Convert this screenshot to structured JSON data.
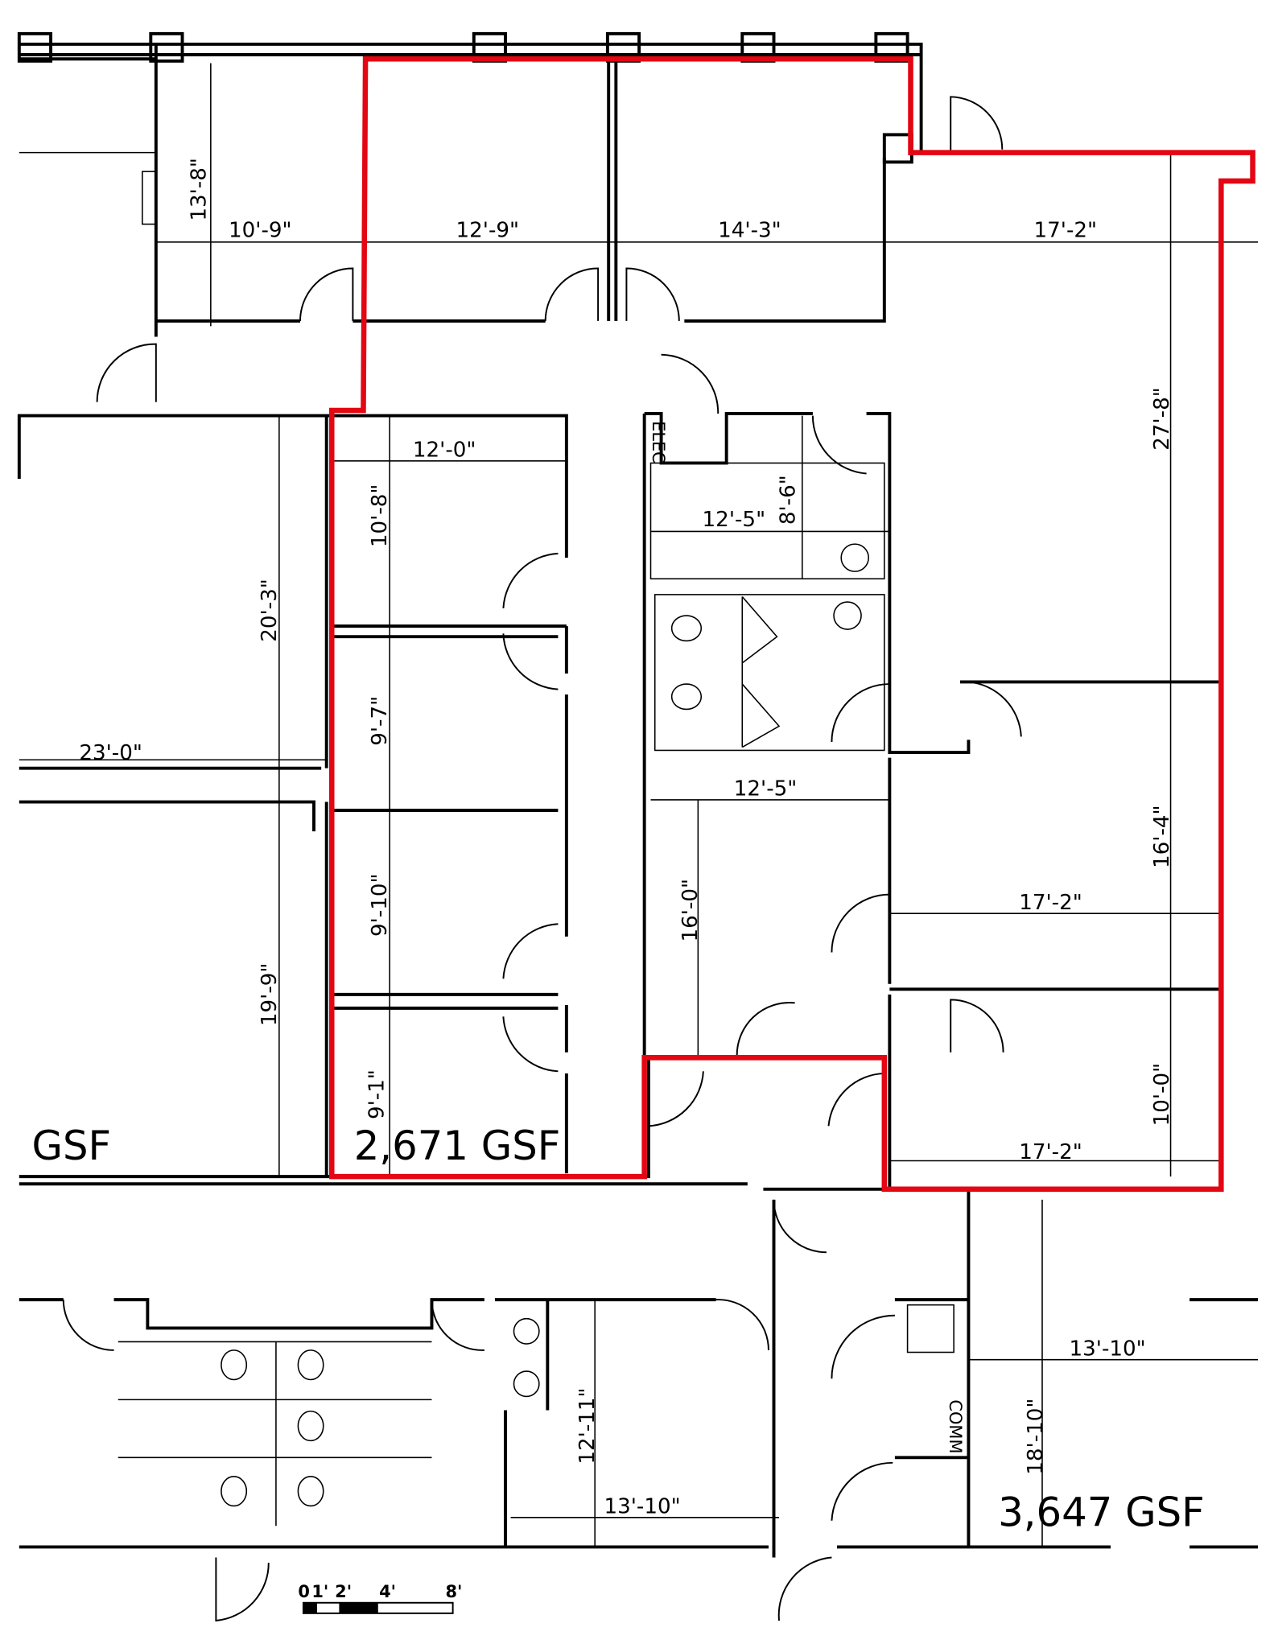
{
  "dimensions": [
    "10'-9\"",
    "12'-9\"",
    "14'-3\"",
    "17'-2\"",
    "13'-8\"",
    "12'-0\"",
    "10'-8\"",
    "12'-5\"",
    "8'-6\"",
    "27'-8\"",
    "20'-3\"",
    "9'-7\"",
    "23'-0\"",
    "12'-5\"",
    "9'-10\"",
    "16'-0\"",
    "16'-4\"",
    "17'-2\"",
    "19'-9\"",
    "9'-1\"",
    "10'-0\"",
    "17'-2\"",
    "13'-10\"",
    "12'-11\"",
    "18'-10\"",
    "13'-10\""
  ],
  "areas": [
    "GSF",
    "2,671 GSF",
    "3,647 GSF"
  ],
  "rooms": {
    "elec": "ELEC",
    "comm": "COMM"
  },
  "scale_bar": {
    "labels": [
      "0",
      "1'",
      "2'",
      "4'",
      "8'"
    ]
  },
  "colors": {
    "highlight_outline": "#e30613",
    "walls": "#000000"
  }
}
